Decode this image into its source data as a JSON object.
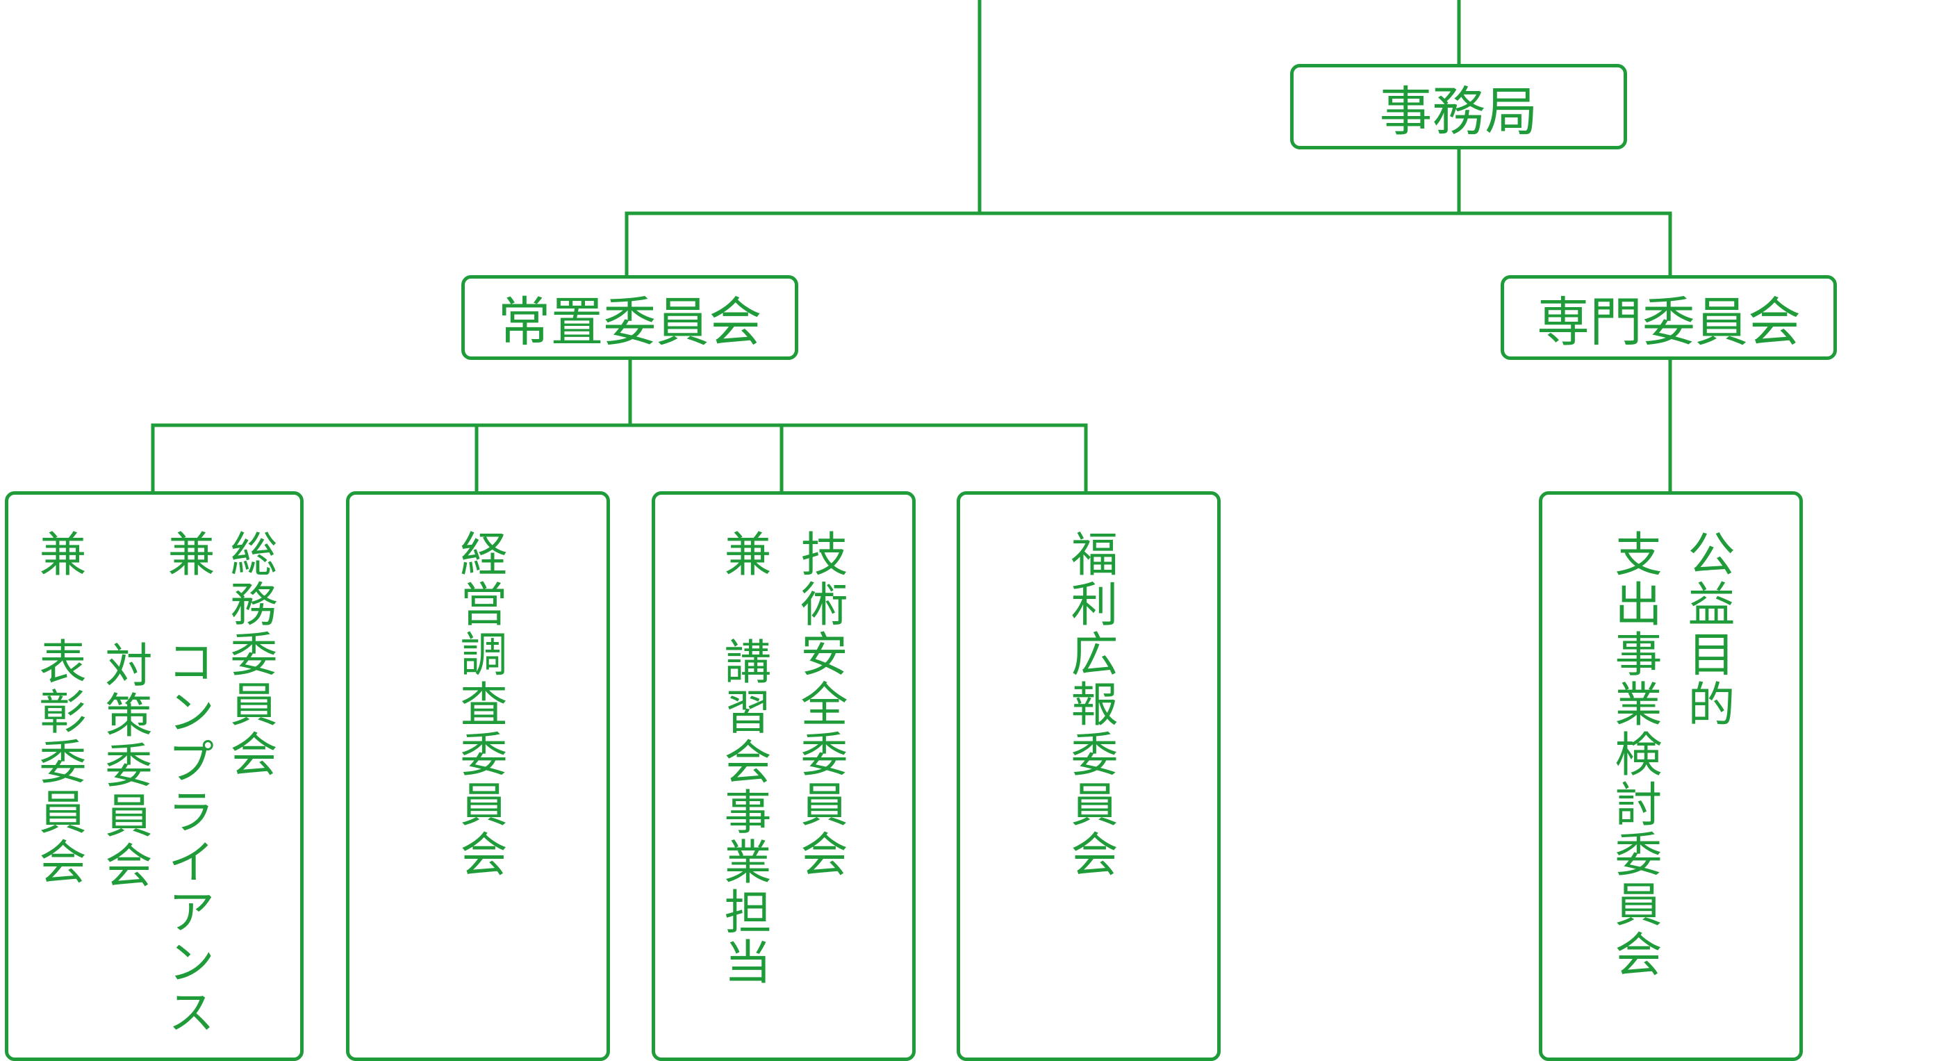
{
  "colors": {
    "accent": "#1f9b3a",
    "background": "#ffffff"
  },
  "nodes": {
    "jimukyoku": "事務局",
    "jochi": "常置委員会",
    "senmon": "専門委員会",
    "somu": {
      "line1": "総務委員会",
      "line2": "兼 コンプライアンス",
      "line3": "対策委員会",
      "line4": "兼 表彰委員会"
    },
    "keiei": {
      "line1": "経営調査委員会"
    },
    "gijutsu": {
      "line1": "技術安全委員会",
      "line2": "兼 講習会事業担当"
    },
    "fukuri": {
      "line1": "福利広報委員会"
    },
    "koeki": {
      "line1": "公益目的",
      "line2": "支出事業検討委員会"
    }
  }
}
